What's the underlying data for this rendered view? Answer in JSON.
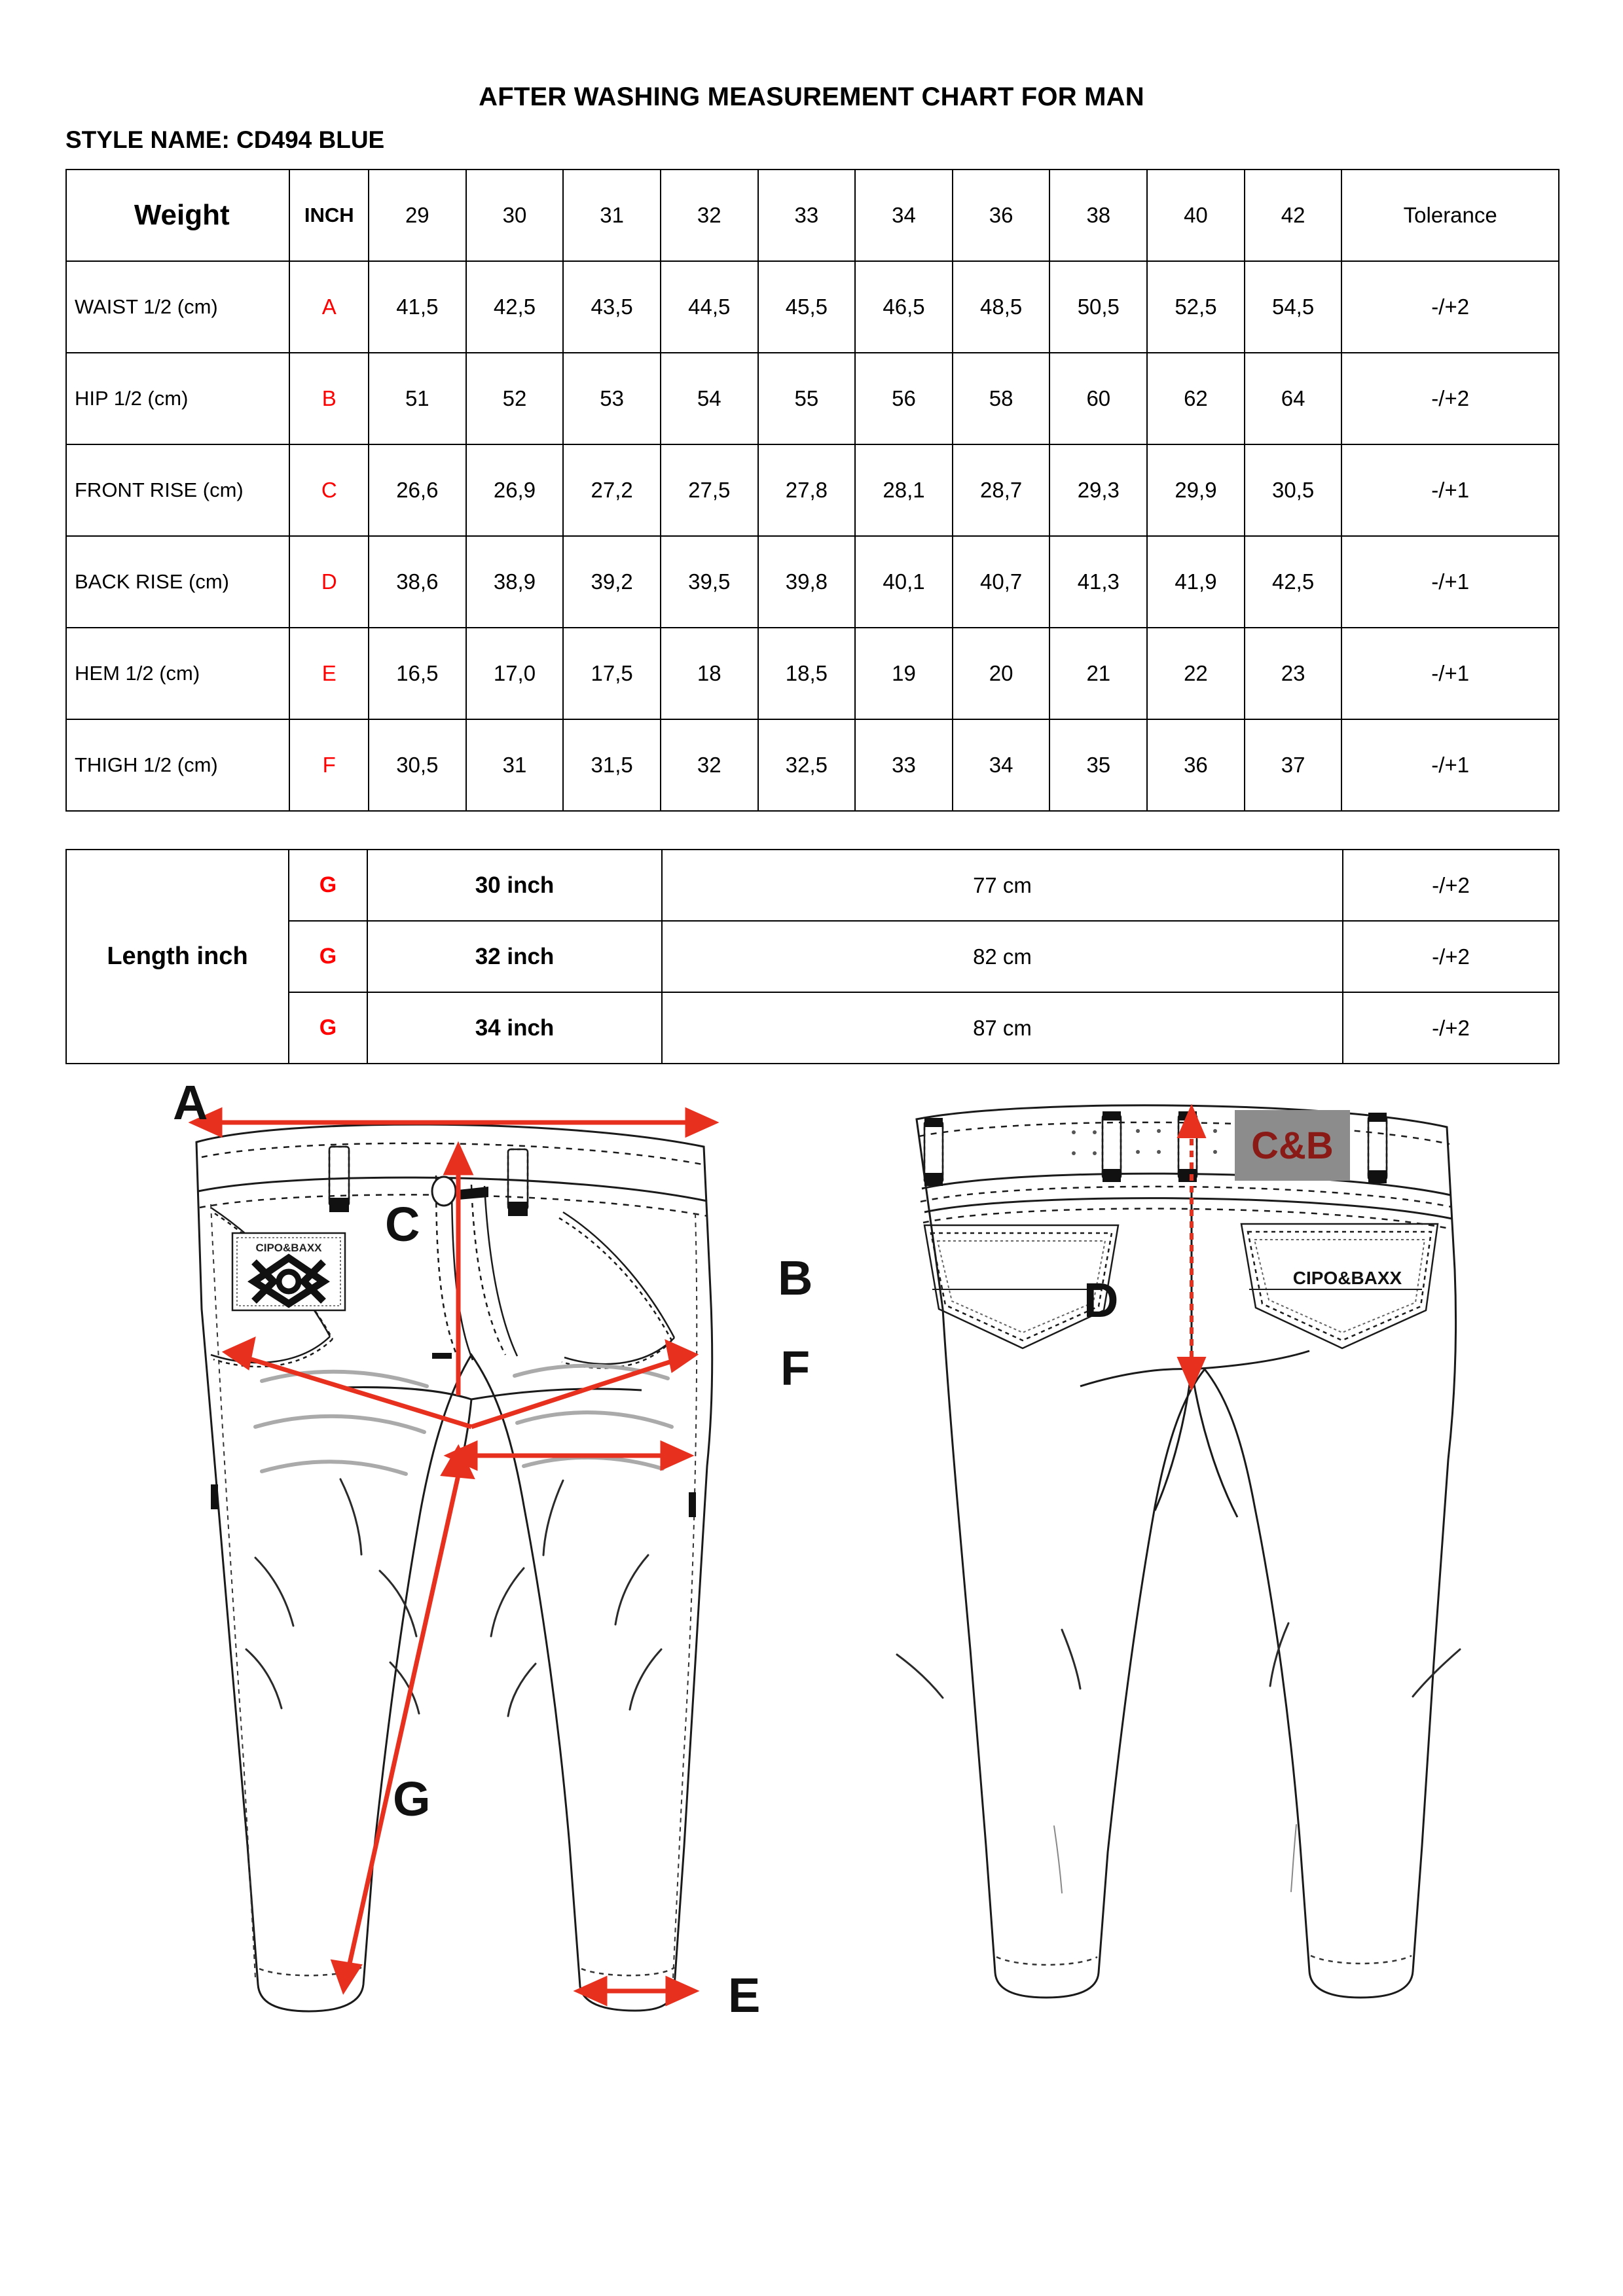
{
  "document": {
    "title": "AFTER WASHING MEASUREMENT CHART FOR MAN",
    "style_name": "STYLE NAME: CD494 BLUE"
  },
  "colors": {
    "code_red": "#ff0000",
    "arrow_red": "#e8301f",
    "brand_red": "#8a1a15",
    "label_gray": "#8c8c8c",
    "line_black": "#000000"
  },
  "chart_data": {
    "type": "table",
    "title": "AFTER WASHING MEASUREMENT CHART FOR MAN",
    "columns": [
      "Weight",
      "INCH",
      "29",
      "30",
      "31",
      "32",
      "33",
      "34",
      "36",
      "38",
      "40",
      "42",
      "Tolerance"
    ],
    "rows": [
      {
        "label": "WAIST 1/2 (cm)",
        "code": "A",
        "values": [
          "41,5",
          "42,5",
          "43,5",
          "44,5",
          "45,5",
          "46,5",
          "48,5",
          "50,5",
          "52,5",
          "54,5"
        ],
        "tolerance": "-/+2"
      },
      {
        "label": "HIP 1/2 (cm)",
        "code": "B",
        "values": [
          "51",
          "52",
          "53",
          "54",
          "55",
          "56",
          "58",
          "60",
          "62",
          "64"
        ],
        "tolerance": "-/+2"
      },
      {
        "label": "FRONT RISE (cm)",
        "code": "C",
        "values": [
          "26,6",
          "26,9",
          "27,2",
          "27,5",
          "27,8",
          "28,1",
          "28,7",
          "29,3",
          "29,9",
          "30,5"
        ],
        "tolerance": "-/+1"
      },
      {
        "label": "BACK RISE (cm)",
        "code": "D",
        "values": [
          "38,6",
          "38,9",
          "39,2",
          "39,5",
          "39,8",
          "40,1",
          "40,7",
          "41,3",
          "41,9",
          "42,5"
        ],
        "tolerance": "-/+1"
      },
      {
        "label": "HEM 1/2  (cm)",
        "code": "E",
        "values": [
          "16,5",
          "17,0",
          "17,5",
          "18",
          "18,5",
          "19",
          "20",
          "21",
          "22",
          "23"
        ],
        "tolerance": "-/+1"
      },
      {
        "label": "THIGH 1/2 (cm)",
        "code": "F",
        "values": [
          "30,5",
          "31",
          "31,5",
          "32",
          "32,5",
          "33",
          "34",
          "35",
          "36",
          "37"
        ],
        "tolerance": "-/+1"
      }
    ]
  },
  "main_table": {
    "header": {
      "weight": "Weight",
      "inch": "INCH",
      "sizes": [
        "29",
        "30",
        "31",
        "32",
        "33",
        "34",
        "36",
        "38",
        "40",
        "42"
      ],
      "tolerance": "Tolerance"
    },
    "rows": [
      {
        "label": "WAIST 1/2 (cm)",
        "code": "A",
        "v0": "41,5",
        "v1": "42,5",
        "v2": "43,5",
        "v3": "44,5",
        "v4": "45,5",
        "v5": "46,5",
        "v6": "48,5",
        "v7": "50,5",
        "v8": "52,5",
        "v9": "54,5",
        "tolerance": "-/+2"
      },
      {
        "label": "HIP 1/2 (cm)",
        "code": "B",
        "v0": "51",
        "v1": "52",
        "v2": "53",
        "v3": "54",
        "v4": "55",
        "v5": "56",
        "v6": "58",
        "v7": "60",
        "v8": "62",
        "v9": "64",
        "tolerance": "-/+2"
      },
      {
        "label": "FRONT RISE (cm)",
        "code": "C",
        "v0": "26,6",
        "v1": "26,9",
        "v2": "27,2",
        "v3": "27,5",
        "v4": "27,8",
        "v5": "28,1",
        "v6": "28,7",
        "v7": "29,3",
        "v8": "29,9",
        "v9": "30,5",
        "tolerance": "-/+1"
      },
      {
        "label": "BACK RISE (cm)",
        "code": "D",
        "v0": "38,6",
        "v1": "38,9",
        "v2": "39,2",
        "v3": "39,5",
        "v4": "39,8",
        "v5": "40,1",
        "v6": "40,7",
        "v7": "41,3",
        "v8": "41,9",
        "v9": "42,5",
        "tolerance": "-/+1"
      },
      {
        "label": "HEM 1/2  (cm)",
        "code": "E",
        "v0": "16,5",
        "v1": "17,0",
        "v2": "17,5",
        "v3": "18",
        "v4": "18,5",
        "v5": "19",
        "v6": "20",
        "v7": "21",
        "v8": "22",
        "v9": "23",
        "tolerance": "-/+1"
      },
      {
        "label": "THIGH 1/2 (cm)",
        "code": "F",
        "v0": "30,5",
        "v1": "31",
        "v2": "31,5",
        "v3": "32",
        "v4": "32,5",
        "v5": "33",
        "v6": "34",
        "v7": "35",
        "v8": "36",
        "v9": "37",
        "tolerance": "-/+1"
      }
    ]
  },
  "length_table": {
    "label": "Length inch",
    "rows": [
      {
        "code": "G",
        "inch": "30 inch",
        "cm": "77 cm",
        "tolerance": "-/+2"
      },
      {
        "code": "G",
        "inch": "32 inch",
        "cm": "82 cm",
        "tolerance": "-/+2"
      },
      {
        "code": "G",
        "inch": "34 inch",
        "cm": "87 cm",
        "tolerance": "-/+2"
      }
    ]
  },
  "diagram": {
    "front": {
      "markers": {
        "A": "A",
        "B": "B",
        "C": "C",
        "E": "E",
        "F": "F",
        "G": "G"
      },
      "coin_pocket_label": "CIPO&BAXX"
    },
    "back": {
      "markers": {
        "D": "D"
      },
      "waistband_label": "C&B",
      "back_pocket_label": "CIPO&BAXX"
    }
  }
}
